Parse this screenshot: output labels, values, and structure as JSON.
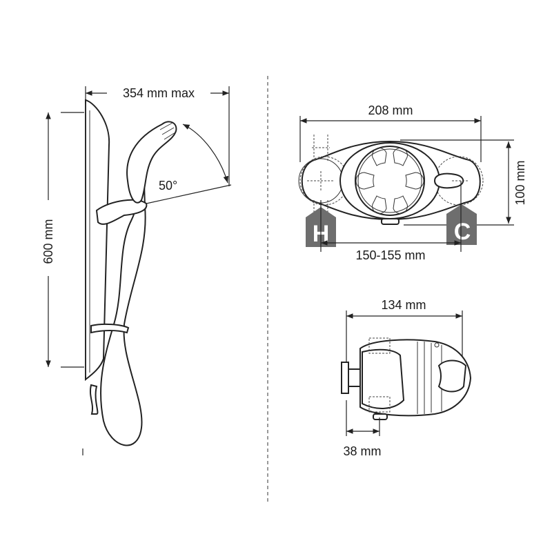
{
  "diagram": {
    "side_view": {
      "reach_label": "354 mm max",
      "angle_label": "50°",
      "height_label": "600 mm"
    },
    "front_view": {
      "width_label": "208 mm",
      "height_label": "100 mm",
      "inlet_spacing_label": "150-155 mm",
      "hot_badge": "H",
      "cold_badge": "C",
      "badge_color": "#6e6e6e"
    },
    "profile_view": {
      "depth_label": "134 mm",
      "inlet_offset_label": "38 mm"
    }
  }
}
